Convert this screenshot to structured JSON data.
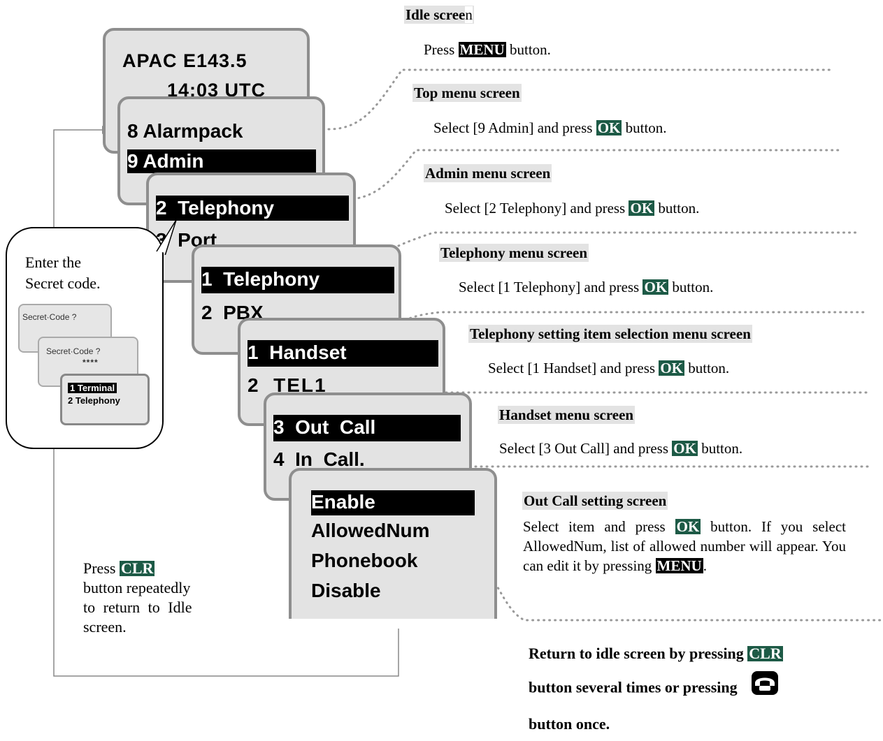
{
  "screens": {
    "idle": {
      "line1": "APAC E143.5",
      "line2": "14:03 UTC"
    },
    "top": {
      "line1": "8 Alarmpack",
      "line2": "9 Admin"
    },
    "admin": {
      "line1": "2  Telephony",
      "line2": "3  Port"
    },
    "telephony": {
      "line1": "1  Telephony",
      "line2": "2  PBX"
    },
    "setting": {
      "line1": "1  Handset",
      "line2": "2  TEL1"
    },
    "handset": {
      "line1": "3  Out  Call",
      "line2": "4  In  Call."
    },
    "outcall": {
      "line1": "Enable",
      "line2": "AllowedNum",
      "line3": "Phonebook",
      "line4": "Disable"
    }
  },
  "steps": [
    {
      "title": "Idle scree",
      "title_tail": "n",
      "pre": "Press ",
      "key": "MENU",
      "post": " button."
    },
    {
      "title": "Top menu screen",
      "pre": "Select [9 Admin] and press ",
      "key": "OK",
      "post": " button."
    },
    {
      "title": "Admin menu screen",
      "pre": "Select [2 Telephony] and press ",
      "key": "OK",
      "post": " button."
    },
    {
      "title": "Telephony menu screen",
      "pre": "Select [1 Telephony] and press ",
      "key": "OK",
      "post": " button."
    },
    {
      "title": "Telephony setting item selection menu screen",
      "pre": "Select [1 Handset] and press ",
      "key": "OK",
      "post": " button."
    },
    {
      "title": "Handset menu screen",
      "pre": "Select [3 Out Call] and press ",
      "key": "OK",
      "post": " button."
    },
    {
      "title": "Out Call setting screen",
      "pre": "Select item and press ",
      "key": "OK",
      "post": " button. If you select AllowedNum, list of allowed number will appear. You can edit it by pressing ",
      "key2": "MENU",
      "post2": "."
    }
  ],
  "callout": {
    "text1": "Enter the",
    "text2": "Secret code.",
    "mini1": "Secret·Code ?",
    "mini2": "Secret·Code ?",
    "mini2_stars": "****",
    "mini3_line1": "1 Terminal",
    "mini3_line2": "2 Telephony"
  },
  "clr_note": {
    "pre": "Press ",
    "key": "CLR",
    "line2": "button repeatedly",
    "line3": "to return to Idle",
    "line4": "screen."
  },
  "return_note": {
    "line1": "Return to idle screen by pressing ",
    "key": "CLR",
    "line2": "button several times or pressing",
    "line3": "button once."
  },
  "icons": {
    "onhook": "handset-onhook-icon"
  },
  "colors": {
    "key": "#000000",
    "key_ok": "#1d5a46",
    "lcd": "#e3e3e3",
    "lcd_border": "#8e8e8e"
  }
}
